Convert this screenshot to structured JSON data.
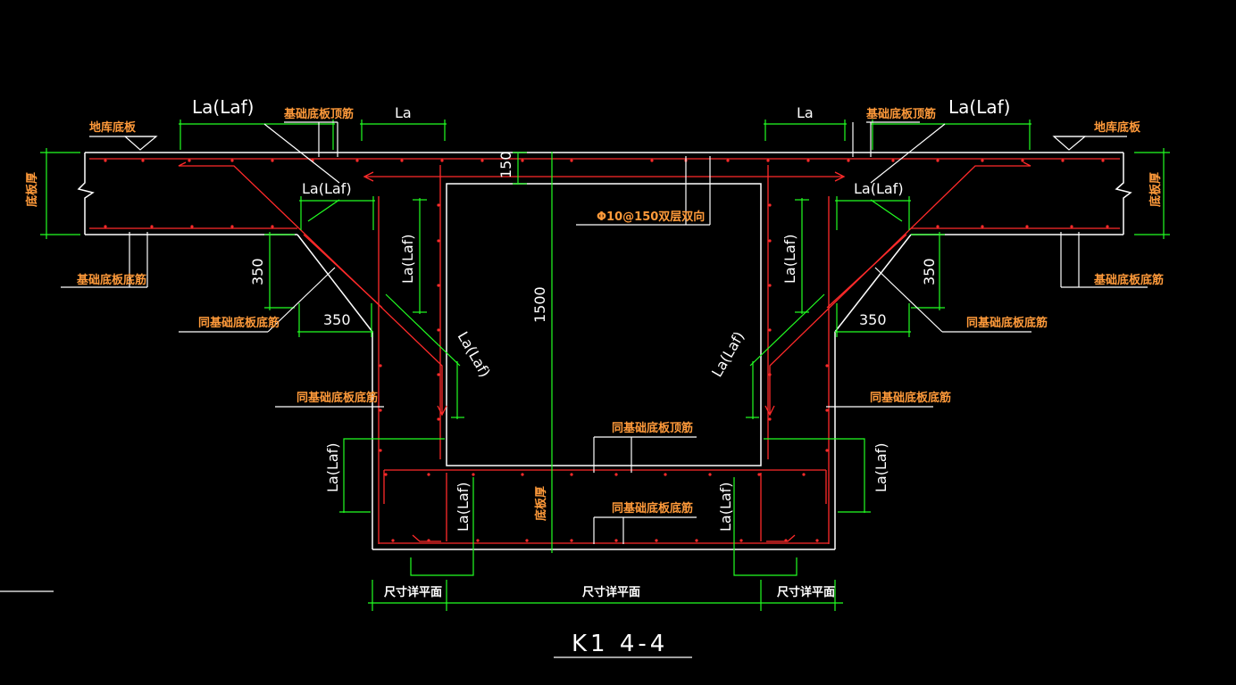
{
  "drawing": {
    "title": "K1 4-4",
    "colors": {
      "background": "#000000",
      "outline": "#ffffff",
      "rebar": "#ff2a2a",
      "dimension": "#22ff22",
      "annotation_text": "#ff9a3a",
      "dimension_text": "#ffffff"
    },
    "labels": {
      "la_laf": "La(Laf)",
      "la": "La",
      "basement_slab": "地库底板",
      "foundation_top_bar": "基础底板顶筋",
      "foundation_bottom_bar": "基础底板底筋",
      "same_foundation_bottom_bar": "同基础底板底筋",
      "same_foundation_top_bar": "同基础底板顶筋",
      "slab_thickness": "底板厚",
      "rebar_spec": "Φ10@150双层双向",
      "dim_150": "150",
      "dim_350": "350",
      "dim_1500": "1500",
      "size_per_plan": "尺寸详平面"
    }
  }
}
